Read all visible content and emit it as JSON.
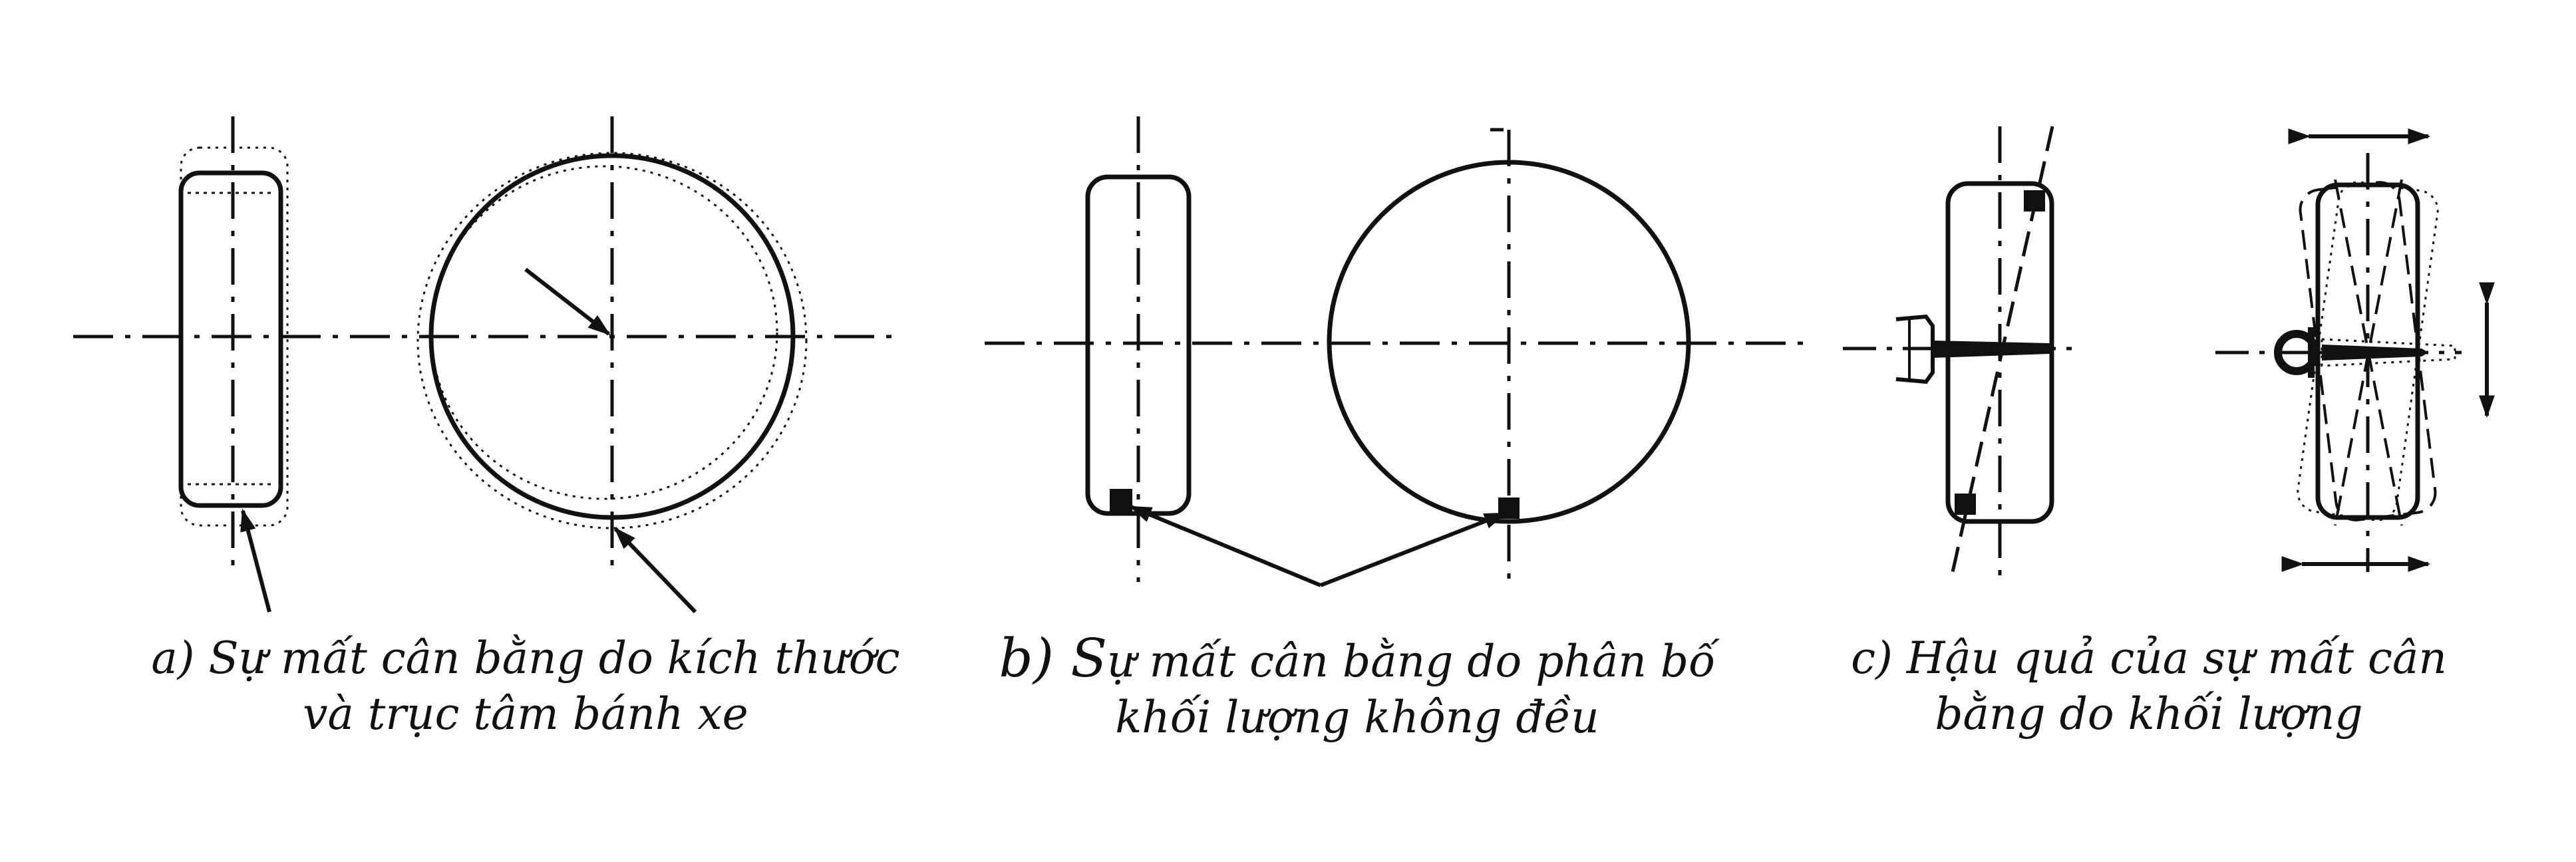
{
  "captions": {
    "a": {
      "line1": "a) Sự mất cân bằng do kích thước",
      "line2": "và trục tâm bánh xe"
    },
    "b": {
      "lead": "b) S",
      "line1_rest": "ự mất cân bằng do phân bố",
      "line2": "khối lượng không đều"
    },
    "c": {
      "line1": "c) Hậu quả của sự mất cân",
      "line2": "bằng do khối lượng"
    }
  },
  "colors": {
    "ink": "#111111",
    "background": "#ffffff"
  }
}
